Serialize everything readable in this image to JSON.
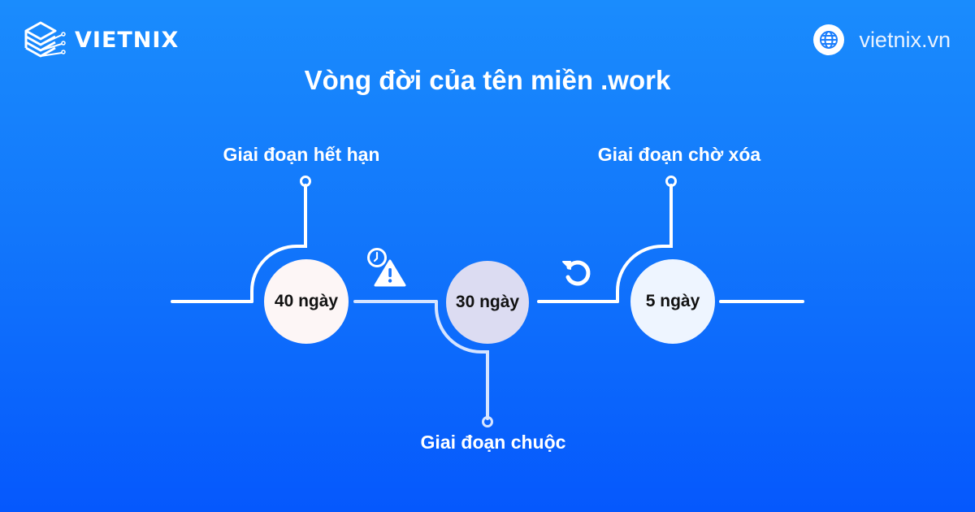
{
  "brand": {
    "logo_text": "VIETNIX",
    "logo_icon": "server-stack-icon"
  },
  "site": {
    "url_text": "vietnix.vn",
    "icon": "globe-icon"
  },
  "title": "Vòng đời của tên miền .work",
  "stages": [
    {
      "label": "Giai đoạn hết hạn",
      "duration": "40 ngày",
      "node_color": "#fdf6f6"
    },
    {
      "label": "Giai đoạn chuộc",
      "duration": "30 ngày",
      "node_color": "#dcdcf2"
    },
    {
      "label": "Giai đoạn chờ xóa",
      "duration": "5 ngày",
      "node_color": "#eef5ff"
    }
  ],
  "icons": {
    "between_1_2": "clock-warning-icon",
    "between_2_3": "restore-icon"
  },
  "colors": {
    "bg_top": "#1a8cfd",
    "bg_bottom": "#0558fd",
    "line": "#ffffff",
    "line_muted": "#d6e4ff"
  }
}
